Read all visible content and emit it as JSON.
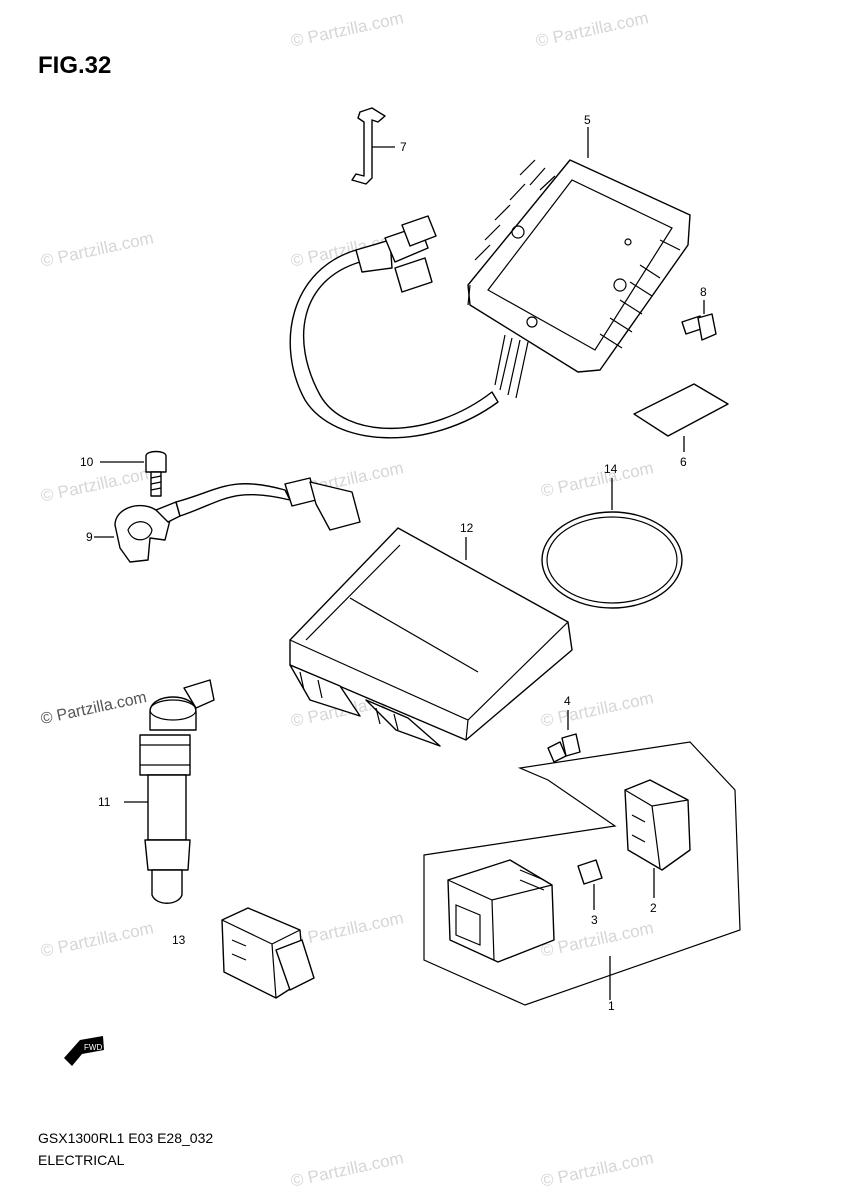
{
  "figure_title": "FIG.32",
  "footer": {
    "model_code": "GSX1300RL1 E03 E28_032",
    "section": "ELECTRICAL"
  },
  "watermark_text": "© Partzilla.com",
  "direction_icon": "fwd-arrow-icon",
  "callouts": [
    {
      "id": "1",
      "label": "1"
    },
    {
      "id": "2",
      "label": "2"
    },
    {
      "id": "3",
      "label": "3"
    },
    {
      "id": "4",
      "label": "4"
    },
    {
      "id": "5",
      "label": "5"
    },
    {
      "id": "6",
      "label": "6"
    },
    {
      "id": "7",
      "label": "7"
    },
    {
      "id": "8",
      "label": "8"
    },
    {
      "id": "9",
      "label": "9"
    },
    {
      "id": "10",
      "label": "10"
    },
    {
      "id": "11",
      "label": "11"
    },
    {
      "id": "12",
      "label": "12"
    },
    {
      "id": "13",
      "label": "13"
    },
    {
      "id": "14",
      "label": "14"
    }
  ]
}
